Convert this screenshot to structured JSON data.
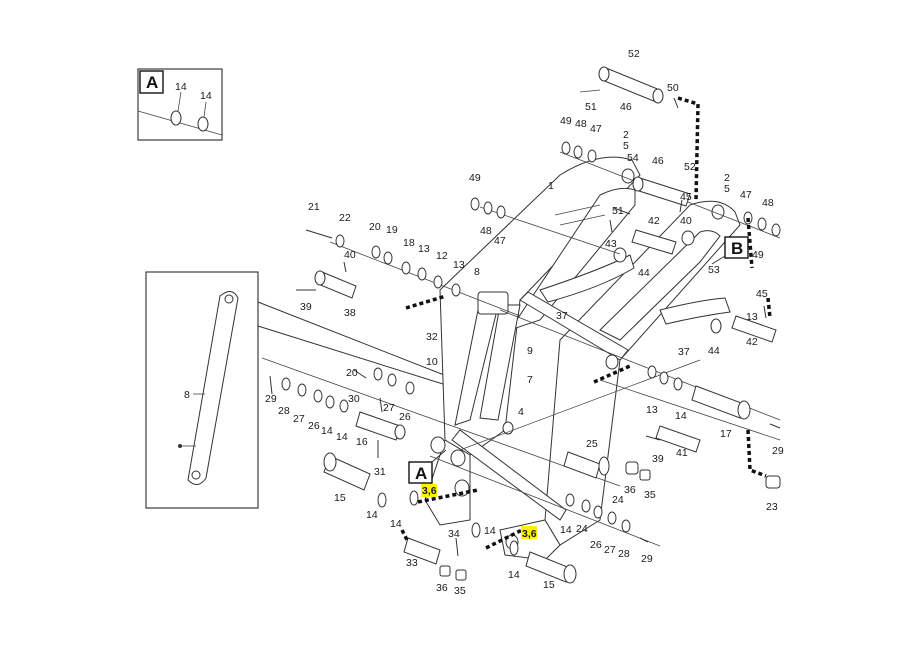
{
  "callouts": {
    "a_letter": "A",
    "b_letter": "B",
    "a_detail_label": "A"
  },
  "highlight_color": "#fff200",
  "labels": {
    "p1": "1",
    "p2a": "2",
    "p5a": "5",
    "p2b": "2",
    "p5b": "5",
    "p3_6a": "3,6",
    "p3_6b": "3,6",
    "p4": "4",
    "p7": "7",
    "p8a": "8",
    "p8b": "8",
    "p9": "9",
    "p10": "10",
    "p12": "12",
    "p13a": "13",
    "p13b": "13",
    "p13c": "13",
    "p13d": "13",
    "p14a": "14",
    "p14b": "14",
    "p14c": "14",
    "p14d": "14",
    "p14e": "14",
    "p14f": "14",
    "p14g": "14",
    "p14h": "14",
    "p14i": "14",
    "p15a": "15",
    "p15b": "15",
    "p16": "16",
    "p17": "17",
    "p18": "18",
    "p19": "19",
    "p20a": "20",
    "p20b": "20",
    "p21": "21",
    "p22": "22",
    "p23": "23",
    "p24a": "24",
    "p24b": "24",
    "p25": "25",
    "p26a": "26",
    "p26b": "26",
    "p26c": "26",
    "p27a": "27",
    "p27b": "27",
    "p27c": "27",
    "p28a": "28",
    "p28b": "28",
    "p29a": "29",
    "p29b": "29",
    "p30": "30",
    "p31": "31",
    "p32": "32",
    "p33": "33",
    "p34": "34",
    "p35a": "35",
    "p35b": "35",
    "p36a": "36",
    "p36b": "36",
    "p37a": "37",
    "p37b": "37",
    "p38": "38",
    "p39a": "39",
    "p39b": "39",
    "p40a": "40",
    "p40b": "40",
    "p41": "41",
    "p42a": "42",
    "p42b": "42",
    "p43": "43",
    "p44a": "44",
    "p44b": "44",
    "p45a": "45",
    "p45b": "45",
    "p46a": "46",
    "p46b": "46",
    "p47a": "47",
    "p47b": "47",
    "p47c": "47",
    "p48a": "48",
    "p48b": "48",
    "p48c": "48",
    "p49a": "49",
    "p49b": "49",
    "p49c": "49",
    "p50": "50",
    "p51a": "51",
    "p51b": "51",
    "p52a": "52",
    "p52b": "52",
    "p53": "53",
    "p54": "54"
  }
}
